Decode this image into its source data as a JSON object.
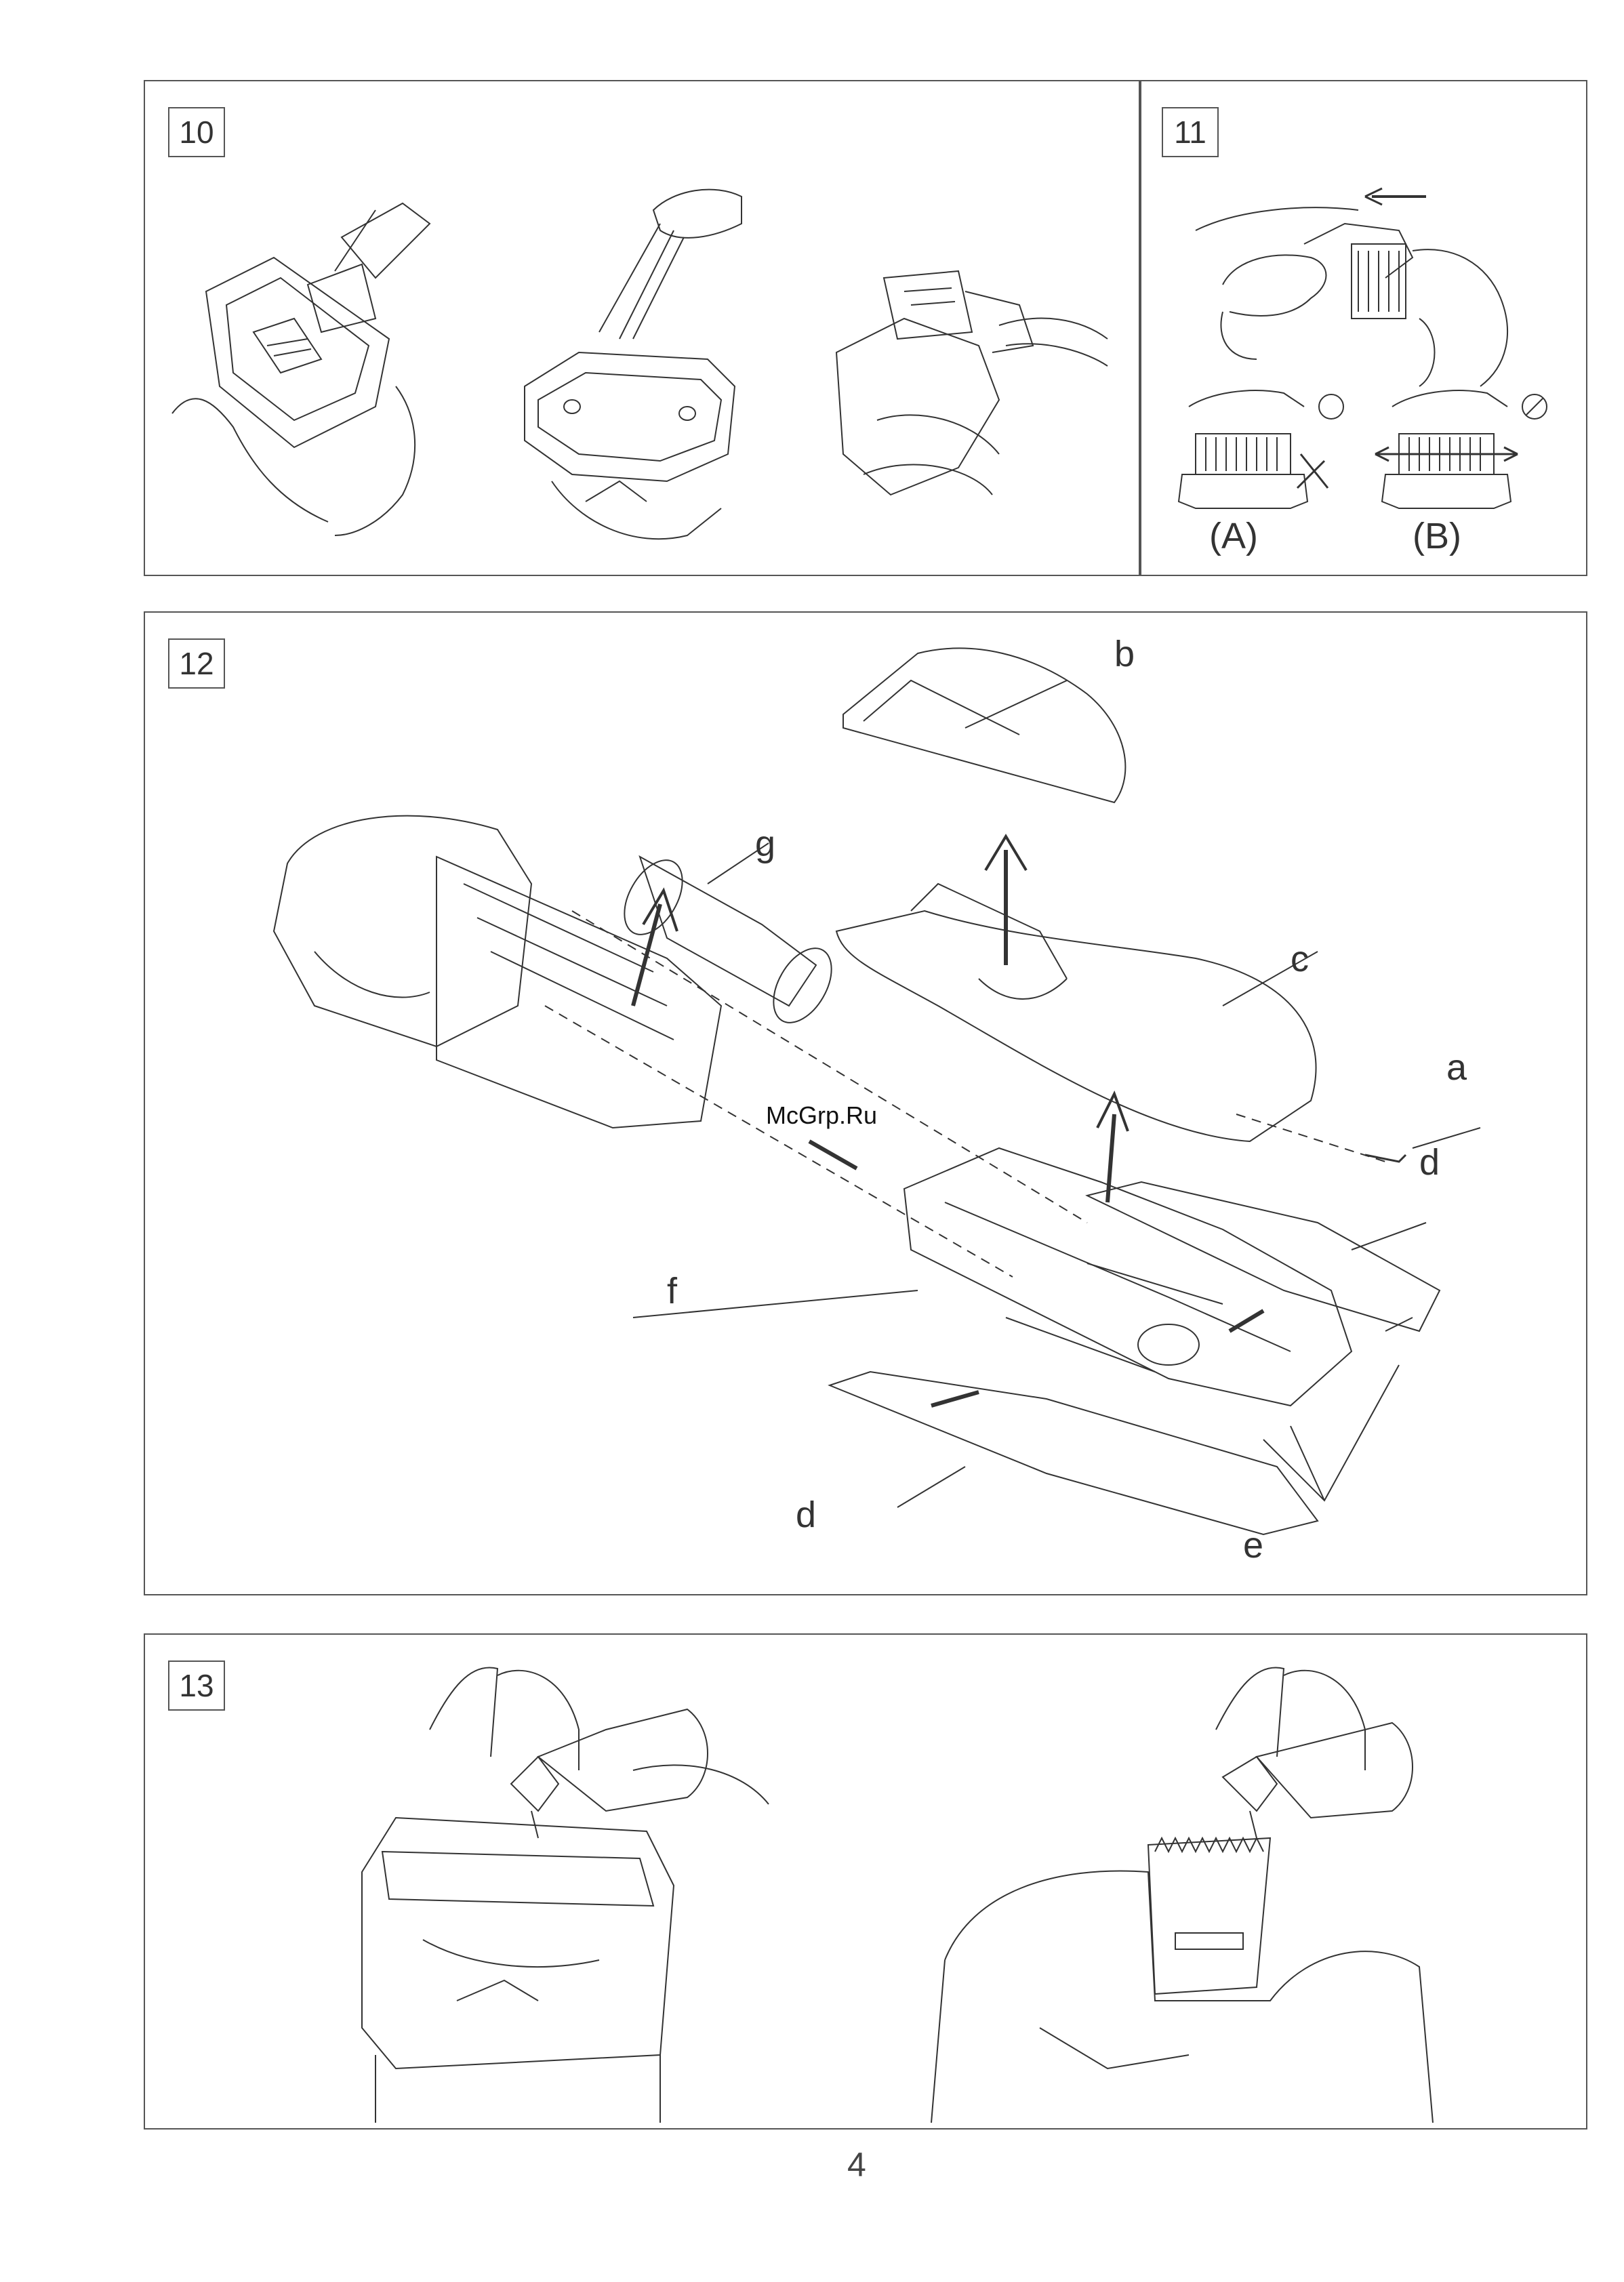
{
  "steps": {
    "s10": "10",
    "s11": "11",
    "s12": "12",
    "s13": "13"
  },
  "step11_options": {
    "a": "(A)",
    "b": "(B)"
  },
  "step12_parts": {
    "a": "a",
    "b": "b",
    "c": "c",
    "d1": "d",
    "d2": "d",
    "e": "e",
    "f": "f",
    "g": "g"
  },
  "watermark": "McGrp.Ru",
  "page_number": "4"
}
